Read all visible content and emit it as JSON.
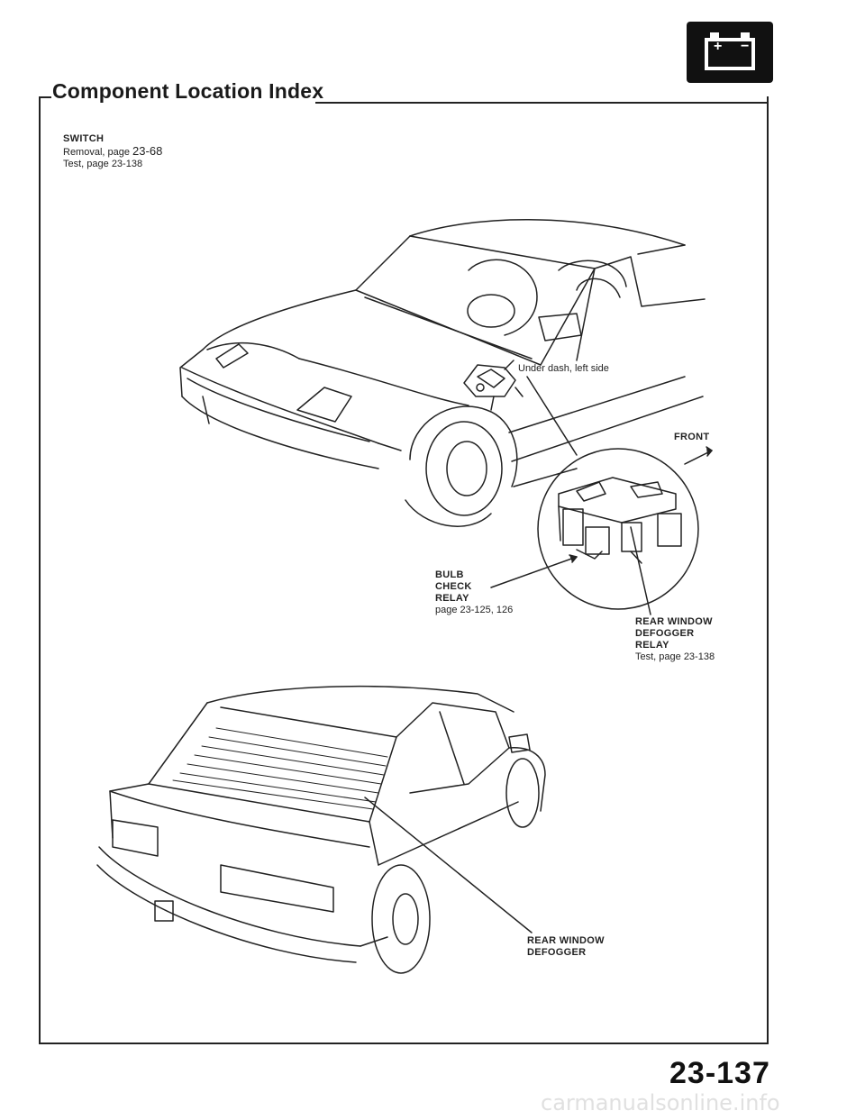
{
  "page": {
    "title": "Component Location Index",
    "page_number": "23-137",
    "watermark": "carmanualsonline.info"
  },
  "battery_icon": {
    "plus": "+",
    "minus": "−"
  },
  "switch": {
    "heading": "SWITCH",
    "removal_prefix": "Removal, page ",
    "removal_page": "23-68",
    "test": "Test, page 23-138"
  },
  "callouts": {
    "under_dash": "Under dash, left side",
    "front": "FRONT",
    "bulb_check_relay": {
      "line1": "BULB",
      "line2": "CHECK",
      "line3": "RELAY",
      "ref": "page 23-125, 126"
    },
    "defogger_relay": {
      "line1": "REAR WINDOW",
      "line2": "DEFOGGER",
      "line3": "RELAY",
      "ref": "Test, page 23-138"
    },
    "defogger": {
      "line1": "REAR WINDOW",
      "line2": "DEFOGGER"
    }
  }
}
